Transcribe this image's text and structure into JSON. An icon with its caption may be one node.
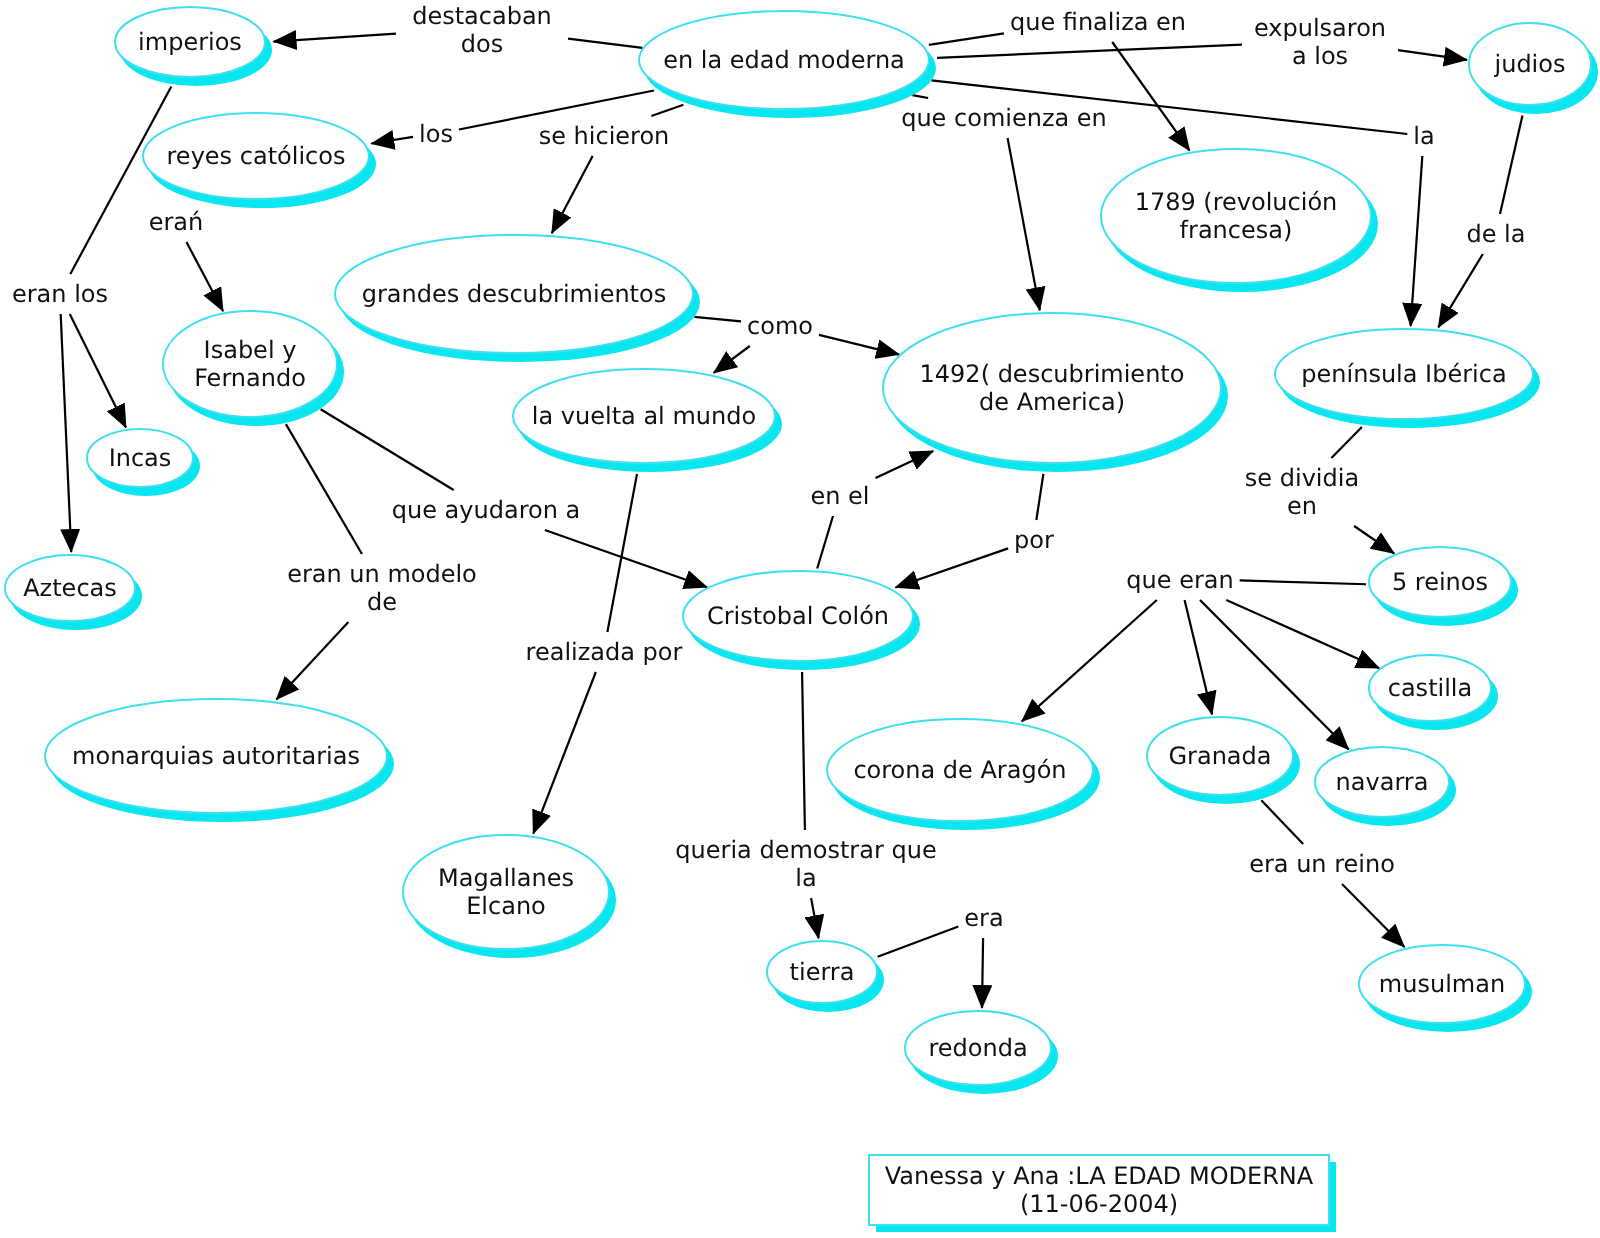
{
  "diagram": {
    "nodes": [
      {
        "text": [
          "que finaliza en"
        ]
      },
      {
        "text": [
          "imperios"
        ]
      },
      {
        "text": [
          "destacaban dos"
        ]
      },
      {
        "text": [
          "expulsaron a los"
        ]
      },
      {
        "text": [
          "en la edad moderna"
        ]
      },
      {
        "text": [
          "judios"
        ]
      },
      {
        "text": [
          "que comienza en"
        ]
      },
      {
        "text": [
          "se hicieron"
        ]
      },
      {
        "text": [
          "los"
        ]
      },
      {
        "text": [
          "la"
        ]
      },
      {
        "text": [
          "reyes católicos"
        ]
      },
      {
        "text": [
          "1789 (revolución francesa)"
        ]
      },
      {
        "text": [
          "erań"
        ]
      },
      {
        "text": [
          "de la"
        ]
      },
      {
        "text": [
          "grandes descubrimientos"
        ]
      },
      {
        "text": [
          "eran los"
        ]
      },
      {
        "text": [
          "como"
        ]
      },
      {
        "text": [
          "Isabel y Fernando"
        ]
      },
      {
        "text": [
          "península Ibérica"
        ]
      },
      {
        "text": [
          "1492( descubrimiento de America)"
        ]
      },
      {
        "text": [
          "la vuelta al mundo"
        ]
      },
      {
        "text": [
          "Incas"
        ]
      },
      {
        "text": [
          "se dividia en"
        ]
      },
      {
        "text": [
          "en el"
        ]
      },
      {
        "text": [
          "que ayudaron a"
        ]
      },
      {
        "text": [
          "por"
        ]
      },
      {
        "text": [
          "que eran"
        ]
      },
      {
        "text": [
          "5 reinos"
        ]
      },
      {
        "text": [
          "eran un modelo de"
        ]
      },
      {
        "text": [
          "Aztecas"
        ]
      },
      {
        "text": [
          "Cristobal Colón"
        ]
      },
      {
        "text": [
          "realizada por"
        ]
      },
      {
        "text": [
          "castilla"
        ]
      },
      {
        "text": [
          "monarquias autoritarias"
        ]
      },
      {
        "text": [
          "Granada"
        ]
      },
      {
        "text": [
          "corona de Aragón"
        ]
      },
      {
        "text": [
          "navarra"
        ]
      },
      {
        "text": [
          "queria demostrar que la"
        ]
      },
      {
        "text": [
          "era un reino"
        ]
      },
      {
        "text": [
          "Magallanes Elcano"
        ]
      },
      {
        "text": [
          "era"
        ]
      },
      {
        "text": [
          "tierra"
        ]
      },
      {
        "text": [
          "musulman"
        ]
      },
      {
        "text": [
          "redonda"
        ]
      },
      {
        "text": [
          "Vanessa y Ana :LA EDAD MODERNA (11-06-2004)"
        ]
      }
    ],
    "edges": [
      {
        "from": 4,
        "to": 2,
        "arrow": "none"
      },
      {
        "from": 2,
        "to": 1,
        "arrow": "to"
      },
      {
        "from": 4,
        "to": 8,
        "arrow": "none"
      },
      {
        "from": 8,
        "to": 10,
        "arrow": "to"
      },
      {
        "from": 4,
        "to": 7,
        "arrow": "none"
      },
      {
        "from": 7,
        "to": 14,
        "arrow": "to"
      },
      {
        "from": 4,
        "to": 0,
        "arrow": "none"
      },
      {
        "from": 0,
        "to": 11,
        "arrow": "to"
      },
      {
        "from": 4,
        "to": 3,
        "arrow": "none"
      },
      {
        "from": 3,
        "to": 5,
        "arrow": "to"
      },
      {
        "from": 4,
        "to": 6,
        "arrow": "none"
      },
      {
        "from": 6,
        "to": 19,
        "arrow": "to"
      },
      {
        "from": 4,
        "to": 9,
        "arrow": "none"
      },
      {
        "from": 9,
        "to": 18,
        "arrow": "to"
      },
      {
        "from": 5,
        "to": 13,
        "arrow": "none"
      },
      {
        "from": 13,
        "to": 18,
        "arrow": "to"
      },
      {
        "from": 12,
        "to": 17,
        "arrow": "to"
      },
      {
        "from": 1,
        "to": 15,
        "arrow": "none"
      },
      {
        "from": 15,
        "to": 29,
        "arrow": "to"
      },
      {
        "from": 15,
        "to": 21,
        "arrow": "to"
      },
      {
        "from": 14,
        "to": 16,
        "arrow": "none"
      },
      {
        "from": 16,
        "to": 20,
        "arrow": "to"
      },
      {
        "from": 16,
        "to": 19,
        "arrow": "to"
      },
      {
        "from": 17,
        "to": 24,
        "arrow": "none"
      },
      {
        "from": 24,
        "to": 30,
        "arrow": "to"
      },
      {
        "from": 17,
        "to": 28,
        "arrow": "none"
      },
      {
        "from": 28,
        "to": 33,
        "arrow": "to"
      },
      {
        "from": 20,
        "to": 31,
        "arrow": "none"
      },
      {
        "from": 31,
        "to": 39,
        "arrow": "to"
      },
      {
        "from": 30,
        "to": 23,
        "arrow": "none"
      },
      {
        "from": 23,
        "to": 19,
        "arrow": "to"
      },
      {
        "from": 19,
        "to": 25,
        "arrow": "none"
      },
      {
        "from": 25,
        "to": 30,
        "arrow": "to"
      },
      {
        "from": 30,
        "to": 37,
        "arrow": "none"
      },
      {
        "from": 37,
        "to": 41,
        "arrow": "to"
      },
      {
        "from": 41,
        "to": 40,
        "arrow": "none"
      },
      {
        "from": 40,
        "to": 43,
        "arrow": "to"
      },
      {
        "from": 18,
        "to": 22,
        "arrow": "none"
      },
      {
        "from": 22,
        "to": 27,
        "arrow": "to"
      },
      {
        "from": 27,
        "to": 26,
        "arrow": "none"
      },
      {
        "from": 26,
        "to": 35,
        "arrow": "to"
      },
      {
        "from": 26,
        "to": 34,
        "arrow": "to"
      },
      {
        "from": 26,
        "to": 36,
        "arrow": "to"
      },
      {
        "from": 26,
        "to": 32,
        "arrow": "to"
      },
      {
        "from": 34,
        "to": 38,
        "arrow": "none"
      },
      {
        "from": 38,
        "to": 42,
        "arrow": "to"
      }
    ]
  }
}
